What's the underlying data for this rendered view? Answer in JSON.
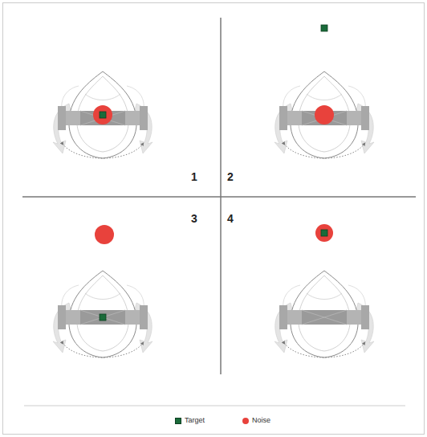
{
  "diagram": {
    "labels": [
      "1",
      "2",
      "3",
      "4"
    ],
    "legend": [
      {
        "text": "Target",
        "color": "#1a6b3a"
      },
      {
        "text": "Noise",
        "color": "#e8423c"
      }
    ]
  }
}
